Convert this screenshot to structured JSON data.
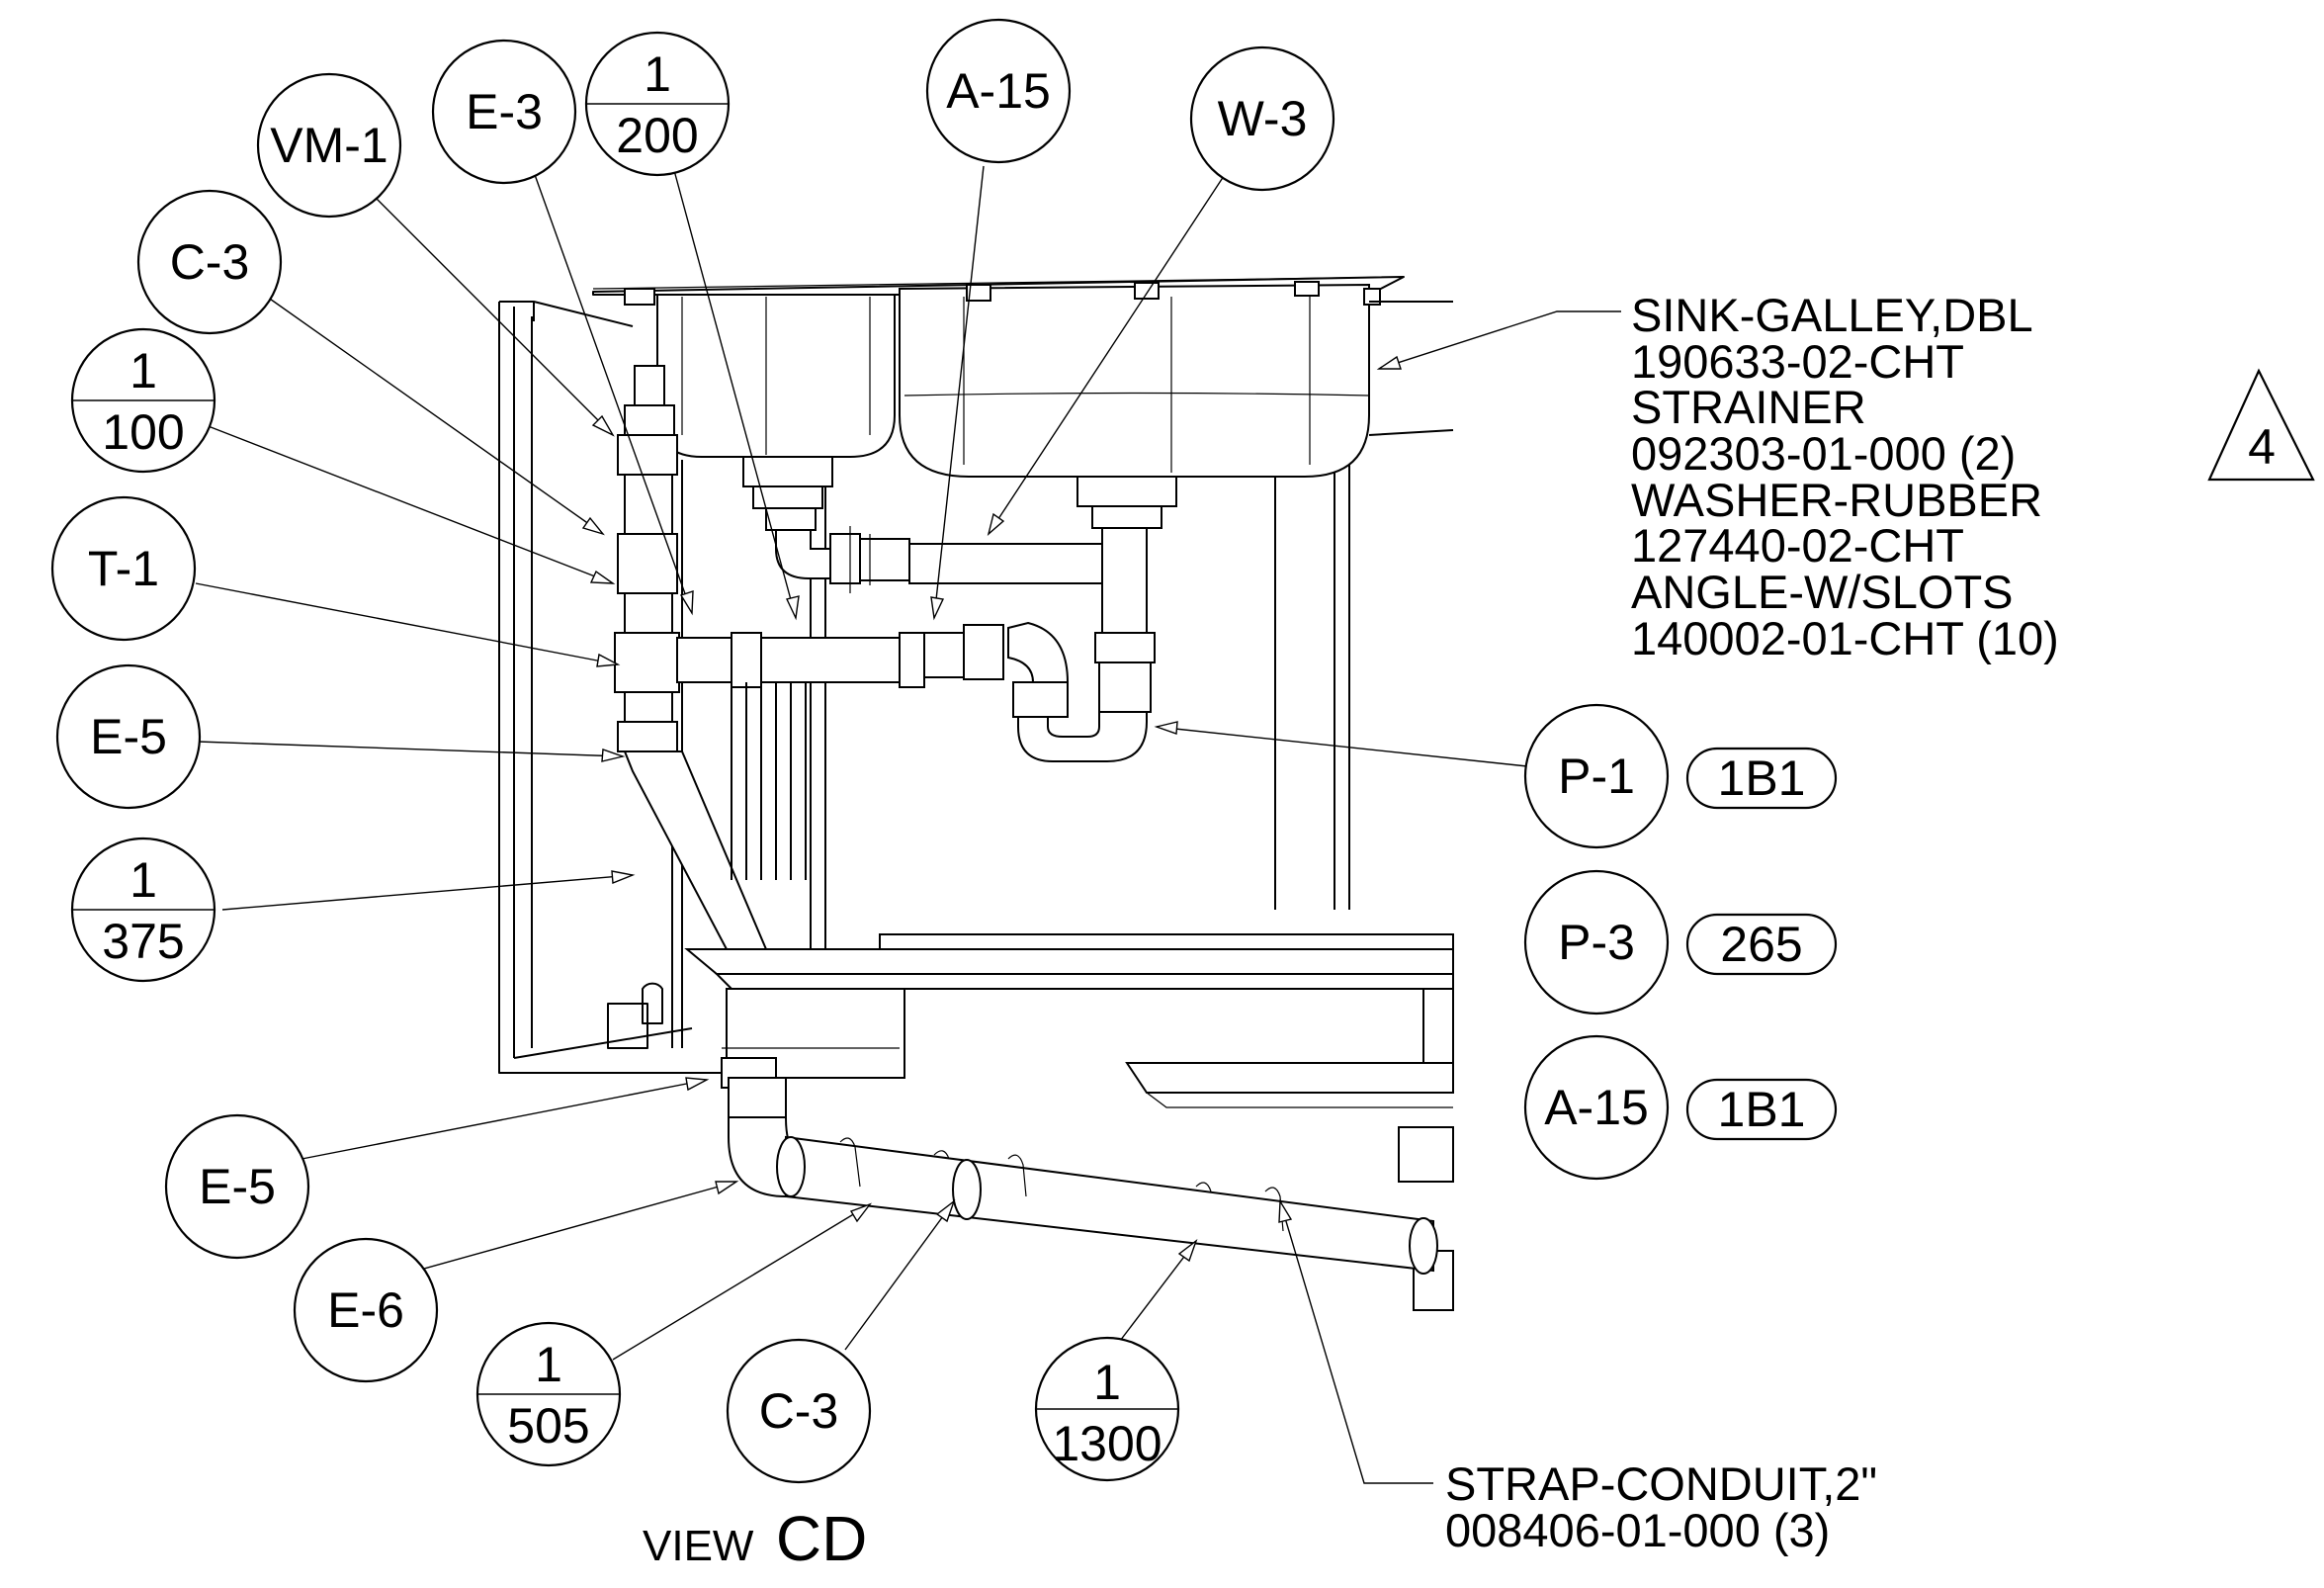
{
  "view_title": {
    "prefix": "VIEW",
    "label": "CD"
  },
  "callouts": {
    "vm1": "VM-1",
    "e3": "E-3",
    "frac_1_200": {
      "num": "1",
      "den": "200"
    },
    "a15_top": "A-15",
    "w3": "W-3",
    "c3_left": "C-3",
    "frac_1_100": {
      "num": "1",
      "den": "100"
    },
    "t1": "T-1",
    "e5_left": "E-5",
    "frac_1_375": {
      "num": "1",
      "den": "375"
    },
    "e5_bottom": "E-5",
    "e6": "E-6",
    "frac_1_505": {
      "num": "1",
      "den": "505"
    },
    "c3_bottom": "C-3",
    "frac_1_1300": {
      "num": "1",
      "den": "1300"
    },
    "p1": {
      "label": "P-1",
      "tag": "1B1"
    },
    "p3": {
      "label": "P-3",
      "tag": "265"
    },
    "a15_right": {
      "label": "A-15",
      "tag": "1B1"
    }
  },
  "parts_note": {
    "lines": [
      "SINK-GALLEY,DBL",
      "190633-02-CHT",
      "STRAINER",
      "092303-01-000 (2)",
      "WASHER-RUBBER",
      "127440-02-CHT",
      "ANGLE-W/SLOTS",
      "140002-01-CHT (10)"
    ],
    "revision_flag": "4"
  },
  "strap_note": {
    "lines": [
      "STRAP-CONDUIT,2\"",
      "008406-01-000 (3)"
    ]
  }
}
